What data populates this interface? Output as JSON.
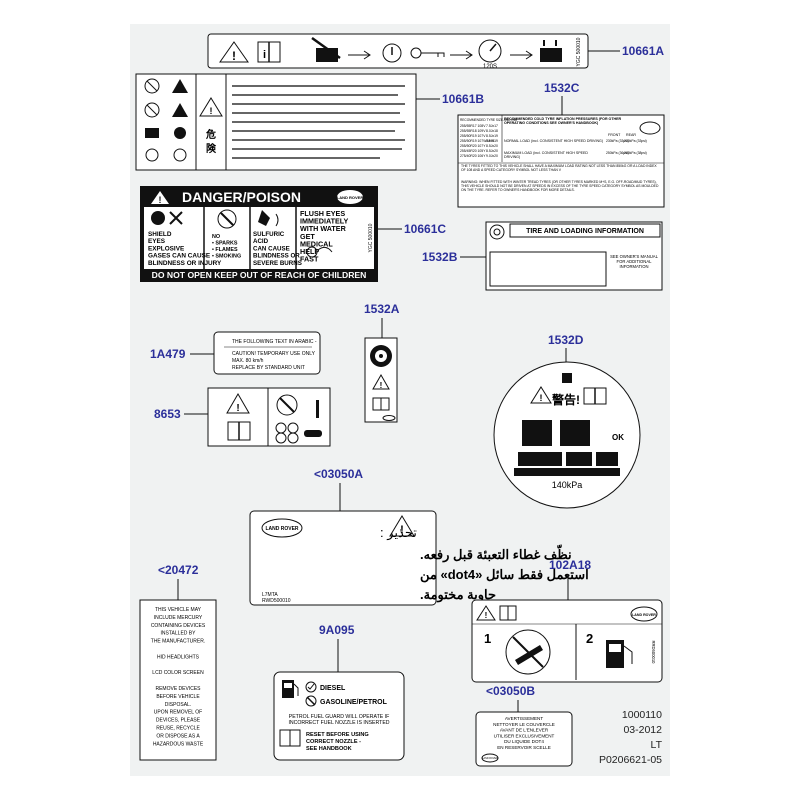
{
  "callouts": {
    "c10661A": "10661A",
    "c10661B": "10661B",
    "c1532C": "1532C",
    "c10661C": "10661C",
    "c1532B": "1532B",
    "c1532A": "1532A",
    "c1A479": "1A479",
    "c1532D": "1532D",
    "c8653": "8653",
    "c03050A": "<03050A",
    "c20472": "<20472",
    "c102A18": "102A18",
    "c9A095": "9A095",
    "c03050B": "<03050B"
  },
  "footer": {
    "code1": "1000110",
    "date": "03-2012",
    "lang": "LT",
    "ref": "P0206621-05"
  },
  "label_10661A": {
    "time": "120S",
    "side_code": "YGC 500010"
  },
  "label_10661C": {
    "banner": "DANGER/POISON",
    "shield_lines": [
      "SHIELD",
      "EYES",
      "EXPLOSIVE",
      "GASES CAN CAUSE",
      "BLINDNESS OR INJURY"
    ],
    "no_lines": [
      "NO",
      "• SPARKS",
      "• FLAMES",
      "• SMOKING"
    ],
    "acid_lines": [
      "SULFURIC",
      "ACID",
      "CAN CAUSE",
      "BLINDNESS OR",
      "SEVERE BURNS"
    ],
    "flush_lines": [
      "FLUSH EYES",
      "IMMEDIATELY",
      "WITH WATER",
      "GET",
      "MEDICAL",
      "HELP",
      "FAST"
    ],
    "bottom": "DO NOT OPEN KEEP OUT OF REACH OF CHILDREN",
    "side_code": "YGC 500010",
    "logo": "LAND ROVER"
  },
  "label_1532C": {
    "left_header": "RECOMMENDED TYRE SIZE AND RIM",
    "right_header": "RECOMMENDED COLD TYRE INFLATION PRESSURES (FOR OTHER OPERATING CONDITIONS SEE OWNER'S HANDBOOK)",
    "front": "FRONT",
    "rear": "REAR",
    "tyres": [
      "255/55R17 108V",
      "255/55R18 109V",
      "255/50R19 107V",
      "255/50R19 107W M+S",
      "255/50R20 107Y",
      "255/45R20 105Y",
      "275/40R20 106Y"
    ],
    "rims": [
      "7.5Jx17",
      "8.0Jx18",
      "8.5Jx19",
      "8.5Jx19",
      "8.5Jx20",
      "8.5Jx20",
      "9.0Jx20"
    ],
    "normal_load": "NORMAL LOAD (incl. CONSISTENT HIGH SPEED DRIVING)",
    "max_load": "MAXIMUM LOAD (incl. CONSISTENT HIGH SPEED DRIVING)",
    "p1f": "230kPa (33psi)",
    "p1r": "230kPa (33psi)",
    "p2f": "250kPa (36psi)",
    "p2r": "260kPa (38psi)",
    "note1": "THE TYRES FITTED TO THIS VEHICLE SHALL HAVE A MAXIMUM LOAD RATING NOT LESS THAN 850kG OR A LOAD INDEX OF 108 AND A SPEED CATEGORY SYMBOL NOT LESS THAN V",
    "note2": "WARNING: WHEN FITTED WITH WINTER TREAD TYRES (OR OTHER TYRES MARKED M+S, E.G. OFF-ROAD/MUD TYRES), THIS VEHICLE SHOULD NOT BE DRIVEN AT SPEEDS IN EXCESS OF THE TYRE SPEED CATEGORY SYMBOL AS MOULDED ON THE TYRE. REFER TO OWNER'S HANDBOOK FOR MORE DETAILS."
  },
  "label_1532B": {
    "title": "TIRE AND LOADING INFORMATION",
    "see": "SEE OWNER'S MANUAL FOR ADDITIONAL INFORMATION"
  },
  "label_1A479": {
    "line1": "THE FOLLOWING TEXT IN ARABIC -",
    "line2": "CAUTION! TEMPORARY USE ONLY",
    "line3": "MAX. 80 km/h",
    "line4": "REPLACE BY STANDARD UNIT"
  },
  "label_1532D": {
    "pressure": "140kPa"
  },
  "label_03050A": {
    "arabic1": "تحذير :",
    "arabic2": "نظّف غطاء التعبئة قبل رفعه.",
    "arabic3": "استعمل فقط سائل «dot4» من",
    "arabic4": "حاوية مختومة.",
    "code1": "L7MTA",
    "code2": "RWD500010",
    "logo": "LAND ROVER"
  },
  "label_20472": {
    "lines": [
      "THIS VEHICLE MAY",
      "INCLUDE MERCURY",
      "CONTAINING DEVICES",
      "INSTALLED BY",
      "THE MANUFACTURER.",
      "",
      "HID HEADLIGHTS",
      "",
      "LCD COLOR SCREEN",
      "",
      "REMOVE DEVICES",
      "BEFORE VEHICLE",
      "DISPOSAL.",
      "UPON REMOVEL OF",
      "DEVICES, PLEASE",
      "REUSE, RECYCLE",
      "OR DISPOSE AS A",
      "HAZARDOUS WASTE"
    ]
  },
  "label_102A18": {
    "num1": "1",
    "num2": "2",
    "side": "RRD500010",
    "logo": "LAND ROVER"
  },
  "label_9A095": {
    "diesel": "DIESEL",
    "gasoline": "GASOLINE/PETROL",
    "guard1": "PETROL FUEL GUARD WILL OPERATE IF",
    "guard2": "INCORRECT FUEL NOZZLE IS INSERTED",
    "reset1": "RESET BEFORE USING",
    "reset2": "CORRECT NOZZLE -",
    "reset3": "SEE HANDBOOK"
  },
  "label_03050B": {
    "lines": [
      "AVERTISSEMENT",
      "NETTOYER LE COUVERCLE",
      "AVANT DE L'ENLEVER",
      "UTILISER EXCLUSIVEMENT",
      "DU LIQUIDE DOT4",
      "EN RESERVOIR SCELLE"
    ],
    "logo": "LAND ROVER"
  }
}
